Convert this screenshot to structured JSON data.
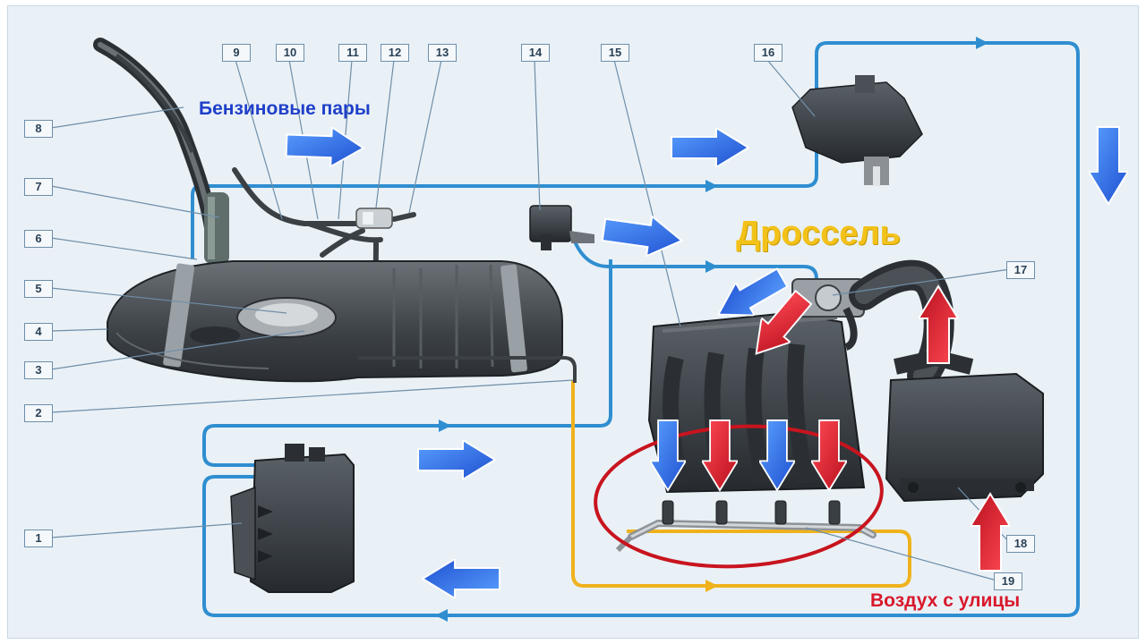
{
  "labels": {
    "vapor": "Бензиновые пары",
    "throttle": "Дроссель",
    "outside_air": "Воздух с улицы"
  },
  "callouts": [
    "1",
    "2",
    "3",
    "4",
    "5",
    "6",
    "7",
    "8",
    "9",
    "10",
    "11",
    "12",
    "13",
    "14",
    "15",
    "16",
    "17",
    "18",
    "19"
  ],
  "colors": {
    "line_blue": "#2f8ed0",
    "line_yellow": "#f0b21c",
    "arrow_blue": "#2f6fe3",
    "arrow_red": "#e21b2c",
    "ellipse_red": "#c8141e",
    "part_dark": "#3a3f44"
  }
}
